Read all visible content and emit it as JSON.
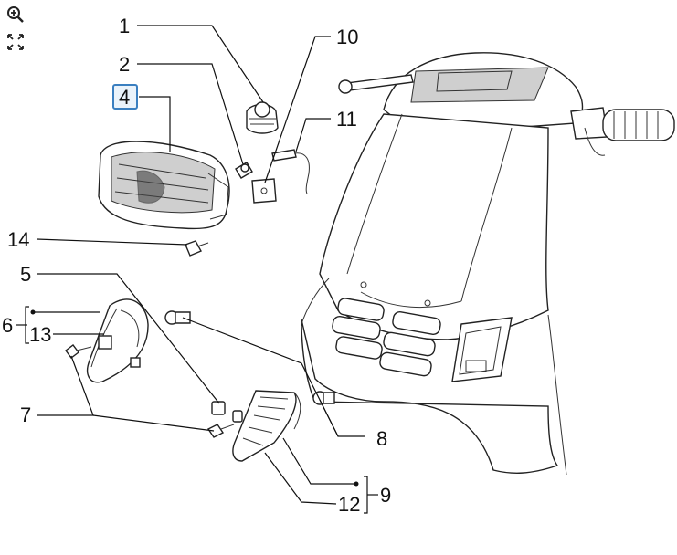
{
  "toolbar": {
    "zoom_icon": "zoom-in-icon",
    "fit_icon": "fullscreen-icon"
  },
  "callouts": {
    "c1": "1",
    "c2": "2",
    "c4": "4",
    "c5": "5",
    "c6": "6",
    "c7": "7",
    "c8": "8",
    "c9": "9",
    "c10": "10",
    "c11": "11",
    "c12": "12",
    "c13": "13",
    "c14": "14"
  },
  "selected_callout": "4",
  "colors": {
    "selected_border": "#3a7fc0",
    "line": "#111111"
  }
}
